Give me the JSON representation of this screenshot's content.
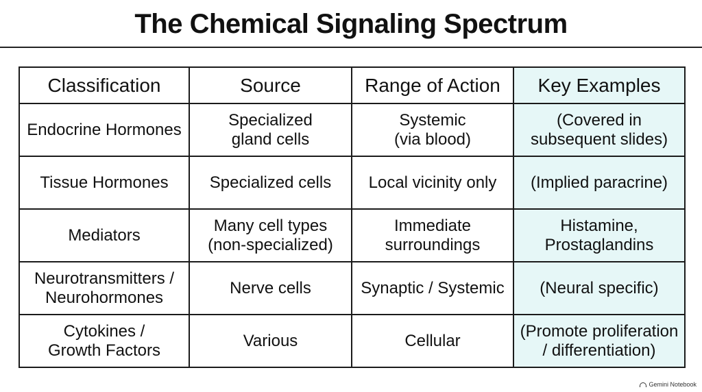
{
  "title": "The Chemical Signaling Spectrum",
  "table": {
    "headers": [
      "Classification",
      "Source",
      "Range of Action",
      "Key Examples"
    ],
    "rows": [
      [
        "Endocrine Hormones",
        "Specialized\ngland cells",
        "Systemic\n(via blood)",
        "(Covered in\nsubsequent slides)"
      ],
      [
        "Tissue Hormones",
        "Specialized cells",
        "Local vicinity only",
        "(Implied paracrine)"
      ],
      [
        "Mediators",
        "Many cell types\n(non-specialized)",
        "Immediate\nsurroundings",
        "Histamine,\nProstaglandins"
      ],
      [
        "Neurotransmitters /\nNeurohormones",
        "Nerve cells",
        "Synaptic / Systemic",
        "(Neural specific)"
      ],
      [
        "Cytokines /\nGrowth Factors",
        "Various",
        "Cellular",
        "(Promote proliferation\n/ differentiation)"
      ]
    ]
  },
  "highlight_color": "#e6f7f7",
  "footer": {
    "label": "Gemini Notebook",
    "icon": "notebook-logo-icon"
  }
}
